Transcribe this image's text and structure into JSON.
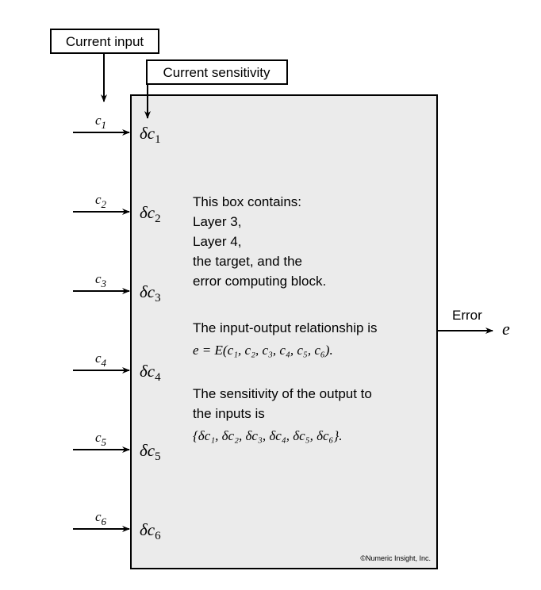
{
  "labels": {
    "current_input": "Current input",
    "current_sensitivity": "Current sensitivity",
    "output_label": "Error",
    "output_symbol": "e"
  },
  "inputs": [
    {
      "symbol": "c",
      "index": "1",
      "sensitivity": "δc",
      "sens_index": "1"
    },
    {
      "symbol": "c",
      "index": "2",
      "sensitivity": "δc",
      "sens_index": "2"
    },
    {
      "symbol": "c",
      "index": "3",
      "sensitivity": "δc",
      "sens_index": "3"
    },
    {
      "symbol": "c",
      "index": "4",
      "sensitivity": "δc",
      "sens_index": "4"
    },
    {
      "symbol": "c",
      "index": "5",
      "sensitivity": "δc",
      "sens_index": "5"
    },
    {
      "symbol": "c",
      "index": "6",
      "sensitivity": "δc",
      "sens_index": "6"
    }
  ],
  "box": {
    "contents_lines": [
      "This box contains:",
      "Layer 3,",
      "Layer 4,",
      "the target, and the",
      "error computing block."
    ],
    "relationship_intro": "The input-output relationship is",
    "relationship_formula": "e = E(c₁, c₂, c₃, c₄, c₅, c₆).",
    "sensitivity_lines": [
      "The sensitivity of the output to",
      "the inputs is"
    ],
    "sensitivity_formula": "{δc₁, δc₂, δc₃, δc₄, δc₅, δc₆}.",
    "copyright": "©Numeric Insight, Inc."
  },
  "colors": {
    "box_fill": "#ebebeb",
    "stroke": "#000000"
  }
}
